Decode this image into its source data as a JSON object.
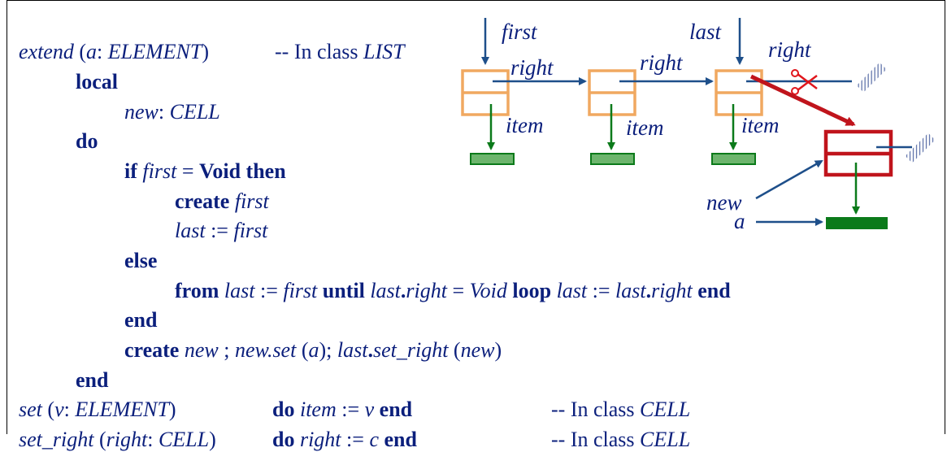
{
  "code": {
    "l1": {
      "extend": "extend",
      "open": " (",
      "a": "a",
      "colon": ": ",
      "type": "ELEMENT",
      "close": ")",
      "comment": "-- In class ",
      "cls": "LIST"
    },
    "l2": {
      "local": "local"
    },
    "l3": {
      "new": "new",
      "colon": ": ",
      "type": "CELL"
    },
    "l4": {
      "do": "do"
    },
    "l5": {
      "if": "if",
      "first": "first",
      "eq": " = ",
      "void_then": "Void then"
    },
    "l6": {
      "create": "create",
      "first": "first"
    },
    "l7": {
      "last": "last",
      "assign": " := ",
      "first": "first"
    },
    "l8": {
      "else": "else"
    },
    "l9": {
      "from": "from",
      "last": "last",
      "assign": " := ",
      "first": "first",
      "until": "until",
      "last2": "last",
      "dot": ".",
      "right": "right",
      "eq": " = ",
      "void": "Void",
      "loop": "loop",
      "last3": "last",
      "assign2": " := ",
      "last4": "last",
      "dot2": ".",
      "right2": "right",
      "end": "end"
    },
    "l10": {
      "end": "end"
    },
    "l11": {
      "create": "create",
      "new": "new",
      "semi": " ; ",
      "new2": "new",
      "set": ".set",
      "open": " (",
      "a": "a",
      "close": "); ",
      "last": "last",
      "dot": ".",
      "set_right": "set_right",
      "open2": " (",
      "new3": "new",
      "close2": ")"
    },
    "l12": {
      "end": "end"
    },
    "l13": {
      "set": "set",
      "open": " (",
      "v": "v",
      "colon": ": ",
      "type": "ELEMENT",
      "close": ")",
      "do": "do",
      "item": "item",
      "assign": " := ",
      "v2": "v",
      "end": "end",
      "comment": "-- In class ",
      "cls": "CELL"
    },
    "l14": {
      "set_right": "set_right",
      "open": " (",
      "right": "right",
      "colon": ": ",
      "type": "CELL",
      "close": ")",
      "do": "do",
      "right2": "right",
      "assign": " := ",
      "c": "c",
      "end": "end",
      "comment": "-- In class ",
      "cls": "CELL"
    }
  },
  "diagram": {
    "labels": {
      "first": "first",
      "last": "last",
      "right1": "right",
      "right2": "right",
      "right3": "right",
      "item1": "item",
      "item2": "item",
      "item3": "item",
      "new": "new",
      "a": "a"
    },
    "colors": {
      "arrow": "#1e4f8a",
      "cell": "#f0a860",
      "new_cell": "#c0141c",
      "item": "#0b7a1a",
      "item_fill": "#6db56d",
      "void": "#5b6fa8",
      "cut": "#e0161c"
    },
    "icons": [
      "scissors-icon",
      "void-hatch-icon"
    ]
  }
}
